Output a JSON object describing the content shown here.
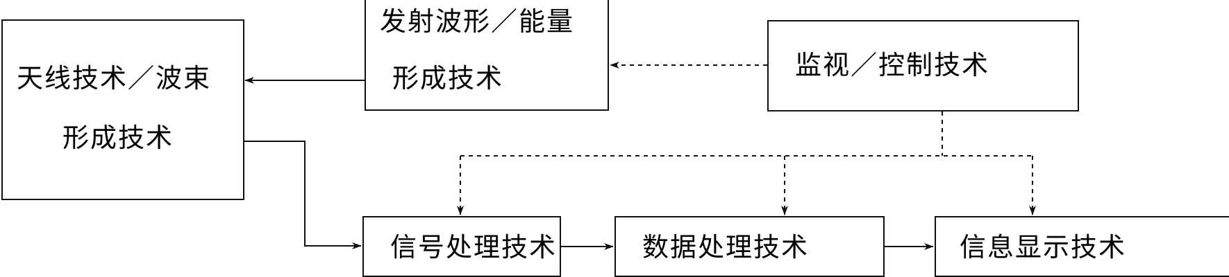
{
  "diagram": {
    "nodes": {
      "antenna": {
        "line1": "天线技术／波束",
        "line2": "形成技术"
      },
      "transmit": {
        "line1": "发射波形／能量",
        "line2": "形成技术"
      },
      "monitor": {
        "line1": "监视／控制技术"
      },
      "signal": {
        "line1": "信号处理技术"
      },
      "data": {
        "line1": "数据处理技术"
      },
      "display": {
        "line1": "信息显示技术"
      }
    },
    "edges": [
      {
        "from": "transmit",
        "to": "antenna",
        "style": "solid"
      },
      {
        "from": "monitor",
        "to": "transmit",
        "style": "dashed"
      },
      {
        "from": "antenna",
        "to": "signal",
        "style": "solid"
      },
      {
        "from": "signal",
        "to": "data",
        "style": "solid"
      },
      {
        "from": "data",
        "to": "display",
        "style": "solid"
      },
      {
        "from": "monitor",
        "to": "signal",
        "style": "dashed"
      },
      {
        "from": "monitor",
        "to": "data",
        "style": "dashed"
      },
      {
        "from": "monitor",
        "to": "display",
        "style": "dashed"
      }
    ]
  }
}
